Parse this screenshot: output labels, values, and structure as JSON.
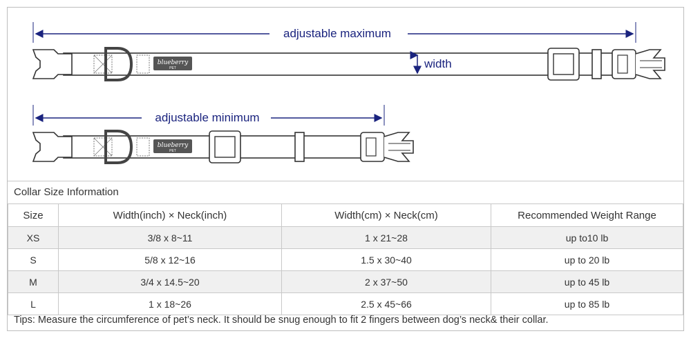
{
  "diagram": {
    "max_label": "adjustable maximum",
    "min_label": "adjustable minimum",
    "width_label": "width",
    "logo_brand": "blueberry",
    "logo_sub": "PET"
  },
  "table": {
    "title": "Collar Size Information",
    "headers": [
      "Size",
      "Width(inch)  × Neck(inch)",
      "Width(cm)  × Neck(cm)",
      "Recommended Weight Range"
    ],
    "rows": [
      [
        "XS",
        "3/8 x 8~11",
        "1 x 21~28",
        "up to10 lb"
      ],
      [
        "S",
        "5/8 x 12~16",
        "1.5 x 30~40",
        "up to 20 lb"
      ],
      [
        "M",
        "3/4 x 14.5~20",
        "2 x 37~50",
        "up to 45 lb"
      ],
      [
        "L",
        "1 x 18~26",
        "2.5 x 45~66",
        "up to 85 lb"
      ]
    ]
  },
  "tips": "Tips: Measure the circumference of pet’s neck. It should be snug enough to fit 2 fingers between dog’s neck& their collar.",
  "colors": {
    "accent": "#1a237e",
    "border": "#bdbdbd",
    "row_alt": "#f0f0f0"
  }
}
